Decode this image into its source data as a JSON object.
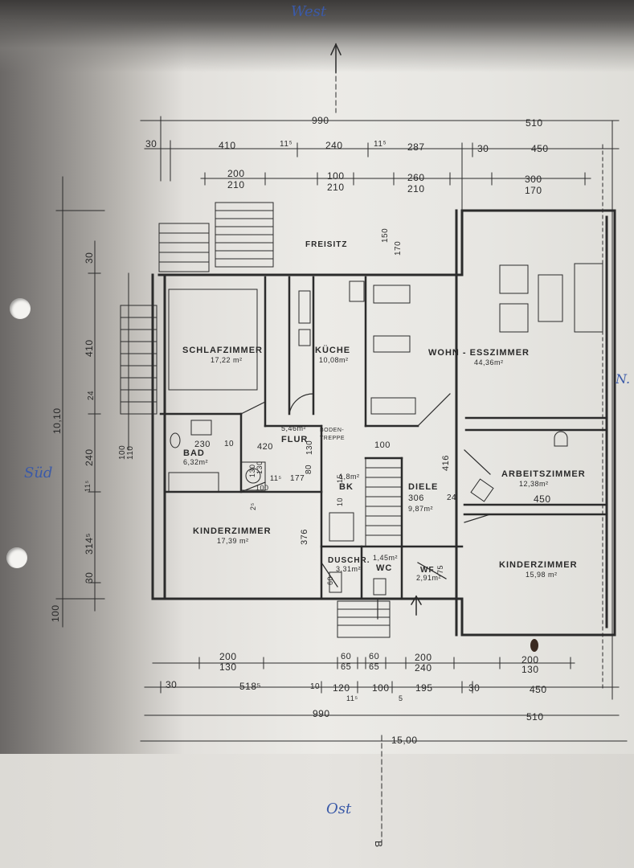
{
  "orientation": {
    "west": "West",
    "south": "Süd",
    "north": "N.",
    "east": "Ost"
  },
  "rooms": {
    "schlafzimmer": {
      "name": "SCHLAFZIMMER",
      "area": "17,22 m²"
    },
    "kueche": {
      "name": "KÜCHE",
      "area": "10,08m²"
    },
    "wohn_esszimmer": {
      "name": "WOHN - ESSZIMMER",
      "area": "44,36m²"
    },
    "bad": {
      "name": "BAD",
      "area": "6,32m²"
    },
    "flur": {
      "name": "FLUR",
      "area": "5,46m²"
    },
    "bodentreppe": {
      "name": "BODEN-TREPPE"
    },
    "arbeitszimmer": {
      "name": "ARBEITSZIMMER",
      "area": "12,38m²"
    },
    "kinderzimmer_1": {
      "name": "KINDERZIMMER",
      "area": "17,39 m²"
    },
    "diele": {
      "name": "DIELE",
      "area": "9,87m²"
    },
    "bk": {
      "name": "BK",
      "area": "1,8m²"
    },
    "duschr": {
      "name": "DUSCHR.",
      "area": "3,31m²"
    },
    "wc": {
      "name": "WC",
      "area": "1,45m²"
    },
    "wf": {
      "name": "WF",
      "area": "2,91m²"
    },
    "kinderzimmer_2": {
      "name": "KINDERZIMMER",
      "area": "15,98 m²"
    },
    "freisitz": {
      "name": "FREISITZ"
    }
  },
  "dimensions": {
    "top": {
      "total_left": "990",
      "total_right": "510",
      "segments": [
        "30",
        "410",
        "11⁵",
        "240",
        "11⁵",
        "287",
        "30",
        "450"
      ],
      "openings": [
        {
          "w": "200",
          "h": "210"
        },
        {
          "w": "100",
          "h": "210"
        },
        {
          "w": "260",
          "h": "210"
        },
        {
          "w": "300",
          "h": "170"
        }
      ],
      "freisitz_window": {
        "w": "150",
        "h": "170"
      }
    },
    "bottom": {
      "openings": [
        {
          "w": "200",
          "h": "130"
        },
        {
          "w": "60",
          "h": "65"
        },
        {
          "w": "60",
          "h": "65"
        },
        {
          "w": "200",
          "h": "240"
        },
        {
          "w": "200",
          "h": "130"
        }
      ],
      "segments": [
        "30",
        "518⁵",
        "10",
        "120",
        "100",
        "195",
        "30",
        "450"
      ],
      "sub_segments": [
        "11⁵",
        "5"
      ],
      "total_left": "990",
      "total_right": "510",
      "overall": "15,00",
      "axis_mark": "B"
    },
    "left": [
      "30",
      "410",
      "24",
      "10,10",
      "100",
      "110",
      "240",
      "11⁵",
      "314⁵",
      "30",
      "100"
    ],
    "inner": [
      "230",
      "10",
      "420",
      "100",
      "130",
      "11⁵",
      "177",
      "376",
      "416",
      "306",
      "24",
      "450",
      "100",
      "15",
      "75",
      "10",
      "2⁵",
      "130",
      "130",
      "60",
      "80"
    ]
  }
}
